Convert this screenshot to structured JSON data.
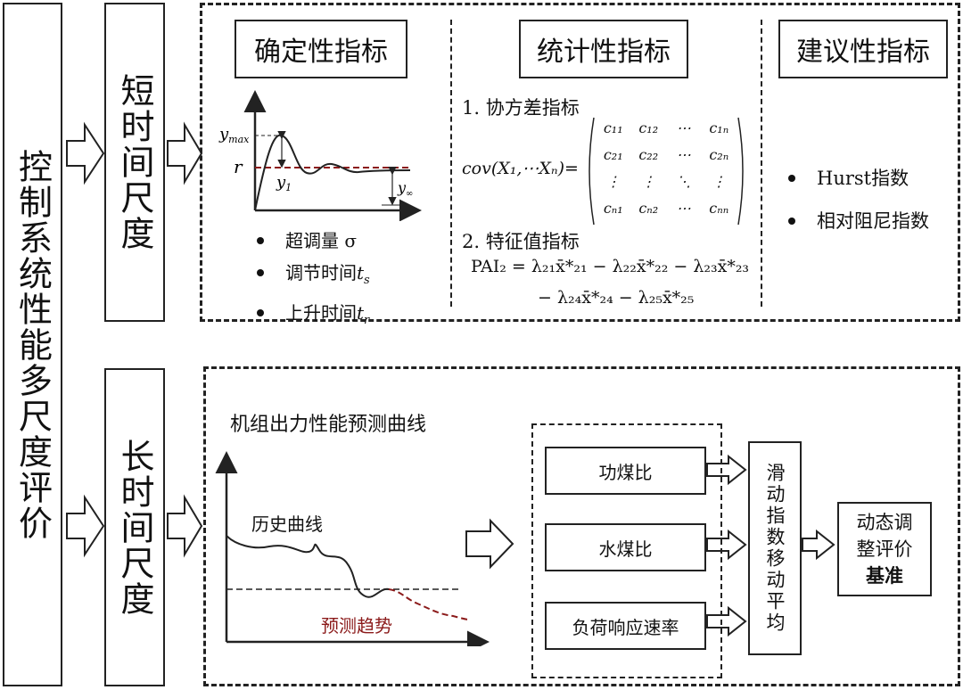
{
  "main_title": "控制系统性能多尺度评价",
  "short_scale": "短时间尺度",
  "long_scale": "长时间尺度",
  "short": {
    "deterministic": {
      "heading": "确定性指标",
      "plot_labels": {
        "ymax": "y",
        "ymax_sub": "max",
        "r": "r",
        "y1": "y",
        "y1_sub": "1",
        "yinf": "y",
        "yinf_sub": "∞"
      },
      "bullets": [
        "超调量 σ",
        "调节时间",
        "上升时间"
      ],
      "bullet_subs": [
        "",
        "s",
        "r"
      ]
    },
    "statistical": {
      "heading": "统计性指标",
      "cov_label": "1. 协方差指标",
      "cov_formula": "cov(X₁,⋯Xₙ)=",
      "matrix": [
        [
          "c₁₁",
          "c₁₂",
          "⋯",
          "c₁ₙ"
        ],
        [
          "c₂₁",
          "c₂₂",
          "⋯",
          "c₂ₙ"
        ],
        [
          "⋮",
          "⋮",
          "⋱",
          "⋮"
        ],
        [
          "cₙ₁",
          "cₙ₂",
          "⋯",
          "cₙₙ"
        ]
      ],
      "eig_label": "2. 特征值指标",
      "pai_line1": "PAI₂ = λ₂₁x̄*₂₁ − λ₂₂x̄*₂₂ − λ₂₃x̄*₂₃",
      "pai_line2": "− λ₂₄x̄*₂₄ − λ₂₅x̄*₂₅"
    },
    "suggestive": {
      "heading": "建议性指标",
      "bullets": [
        "Hurst指数",
        "相对阻尼指数"
      ]
    }
  },
  "long": {
    "curve_title": "机组出力性能预测曲线",
    "history_label": "历史曲线",
    "forecast_label": "预测趋势",
    "indices": [
      "功煤比",
      "水煤比",
      "负荷响应速率"
    ],
    "moving_avg": "滑动指数移动平均",
    "result_line1": "动态调",
    "result_line2": "整评价",
    "result_line3": "基准"
  },
  "colors": {
    "forecast": "#8b1a1a",
    "line": "#222222",
    "background": "#ffffff"
  }
}
